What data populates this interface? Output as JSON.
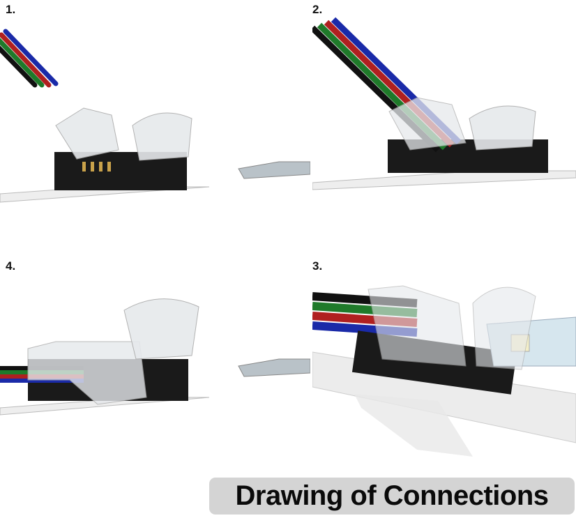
{
  "steps": [
    {
      "label": "1."
    },
    {
      "label": "2."
    },
    {
      "label": "4."
    },
    {
      "label": "3."
    }
  ],
  "caption": "Drawing of Connections",
  "colors": {
    "wire_red": "#b02020",
    "wire_green": "#1f7a2a",
    "wire_blue": "#1a2aa8",
    "wire_black": "#111111",
    "connector_body": "#1a1a1a",
    "clear_clip": "#e6e9ec",
    "caption_bg": "#d4d4d4"
  }
}
